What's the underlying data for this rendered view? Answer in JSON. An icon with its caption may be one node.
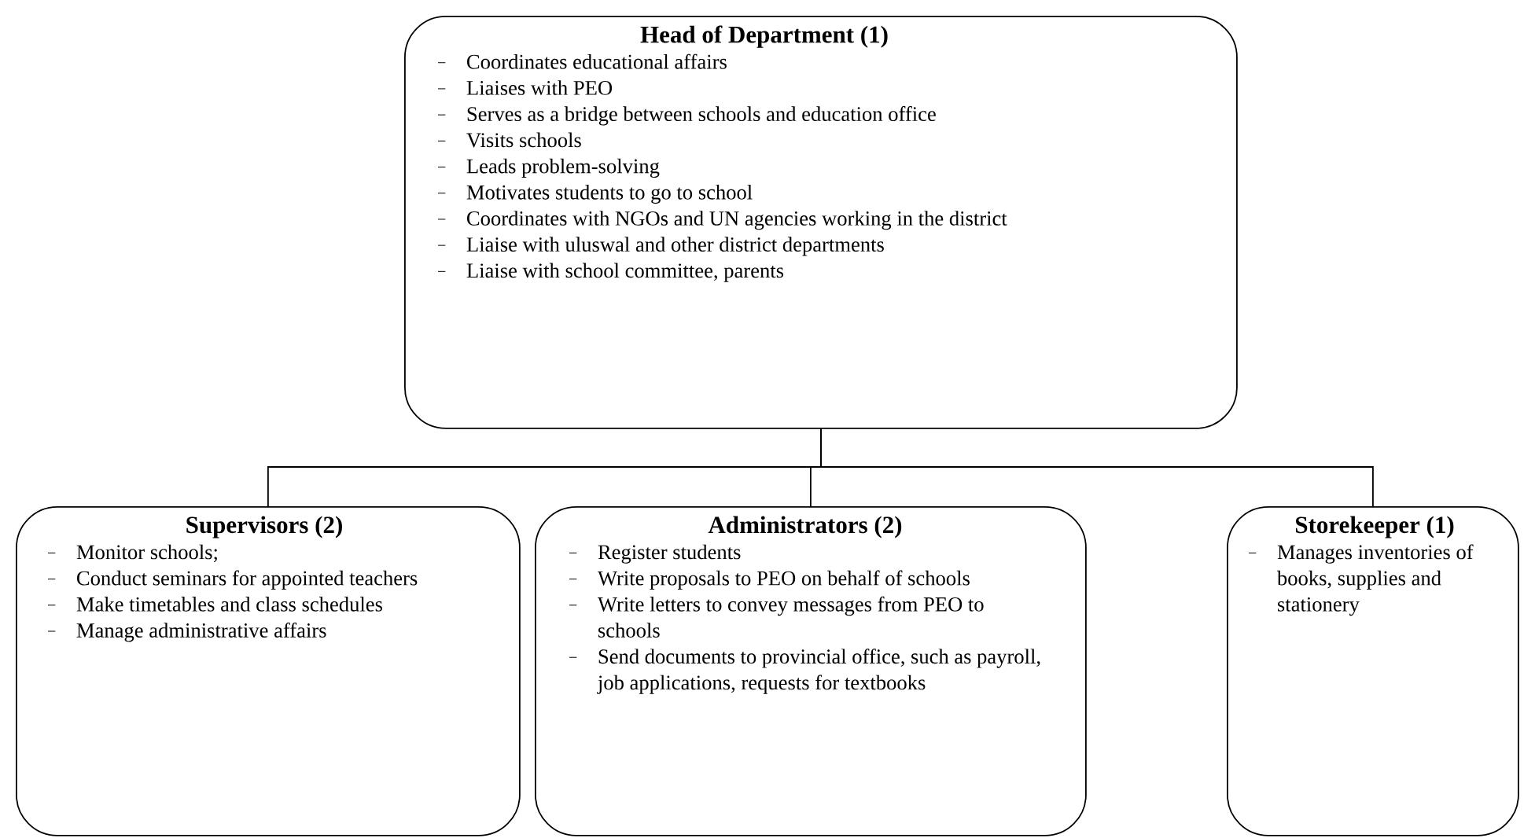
{
  "diagram": {
    "nodes": [
      {
        "text": [
          "Head of Department (1)",
          "Coordinates educational affairs",
          "Liaises with PEO",
          "Serves as a bridge between schools and education office",
          "Visits schools",
          "Leads problem-solving",
          "Motivates students to go to school",
          "Coordinates with NGOs and UN agencies working in the district",
          "Liaise with uluswal and other district departments",
          "Liaise with school committee, parents"
        ]
      },
      {
        "text": [
          "Supervisors (2)",
          "Monitor schools;",
          "Conduct seminars for appointed teachers",
          "Make timetables and class schedules",
          "Manage administrative affairs"
        ]
      },
      {
        "text": [
          "Administrators (2)",
          "Register students",
          "Write proposals to PEO on behalf of schools",
          "Write letters to convey messages from PEO to schools",
          "Send documents to provincial office, such as payroll, job applications, requests for textbooks"
        ]
      },
      {
        "text": [
          "Storekeeper (1)",
          "Manages inventories of books, supplies and stationery"
        ]
      }
    ],
    "edges": [
      {
        "from": 0,
        "to": 1,
        "arrow": "none"
      },
      {
        "from": 0,
        "to": 2,
        "arrow": "none"
      },
      {
        "from": 0,
        "to": 3,
        "arrow": "none"
      }
    ]
  }
}
